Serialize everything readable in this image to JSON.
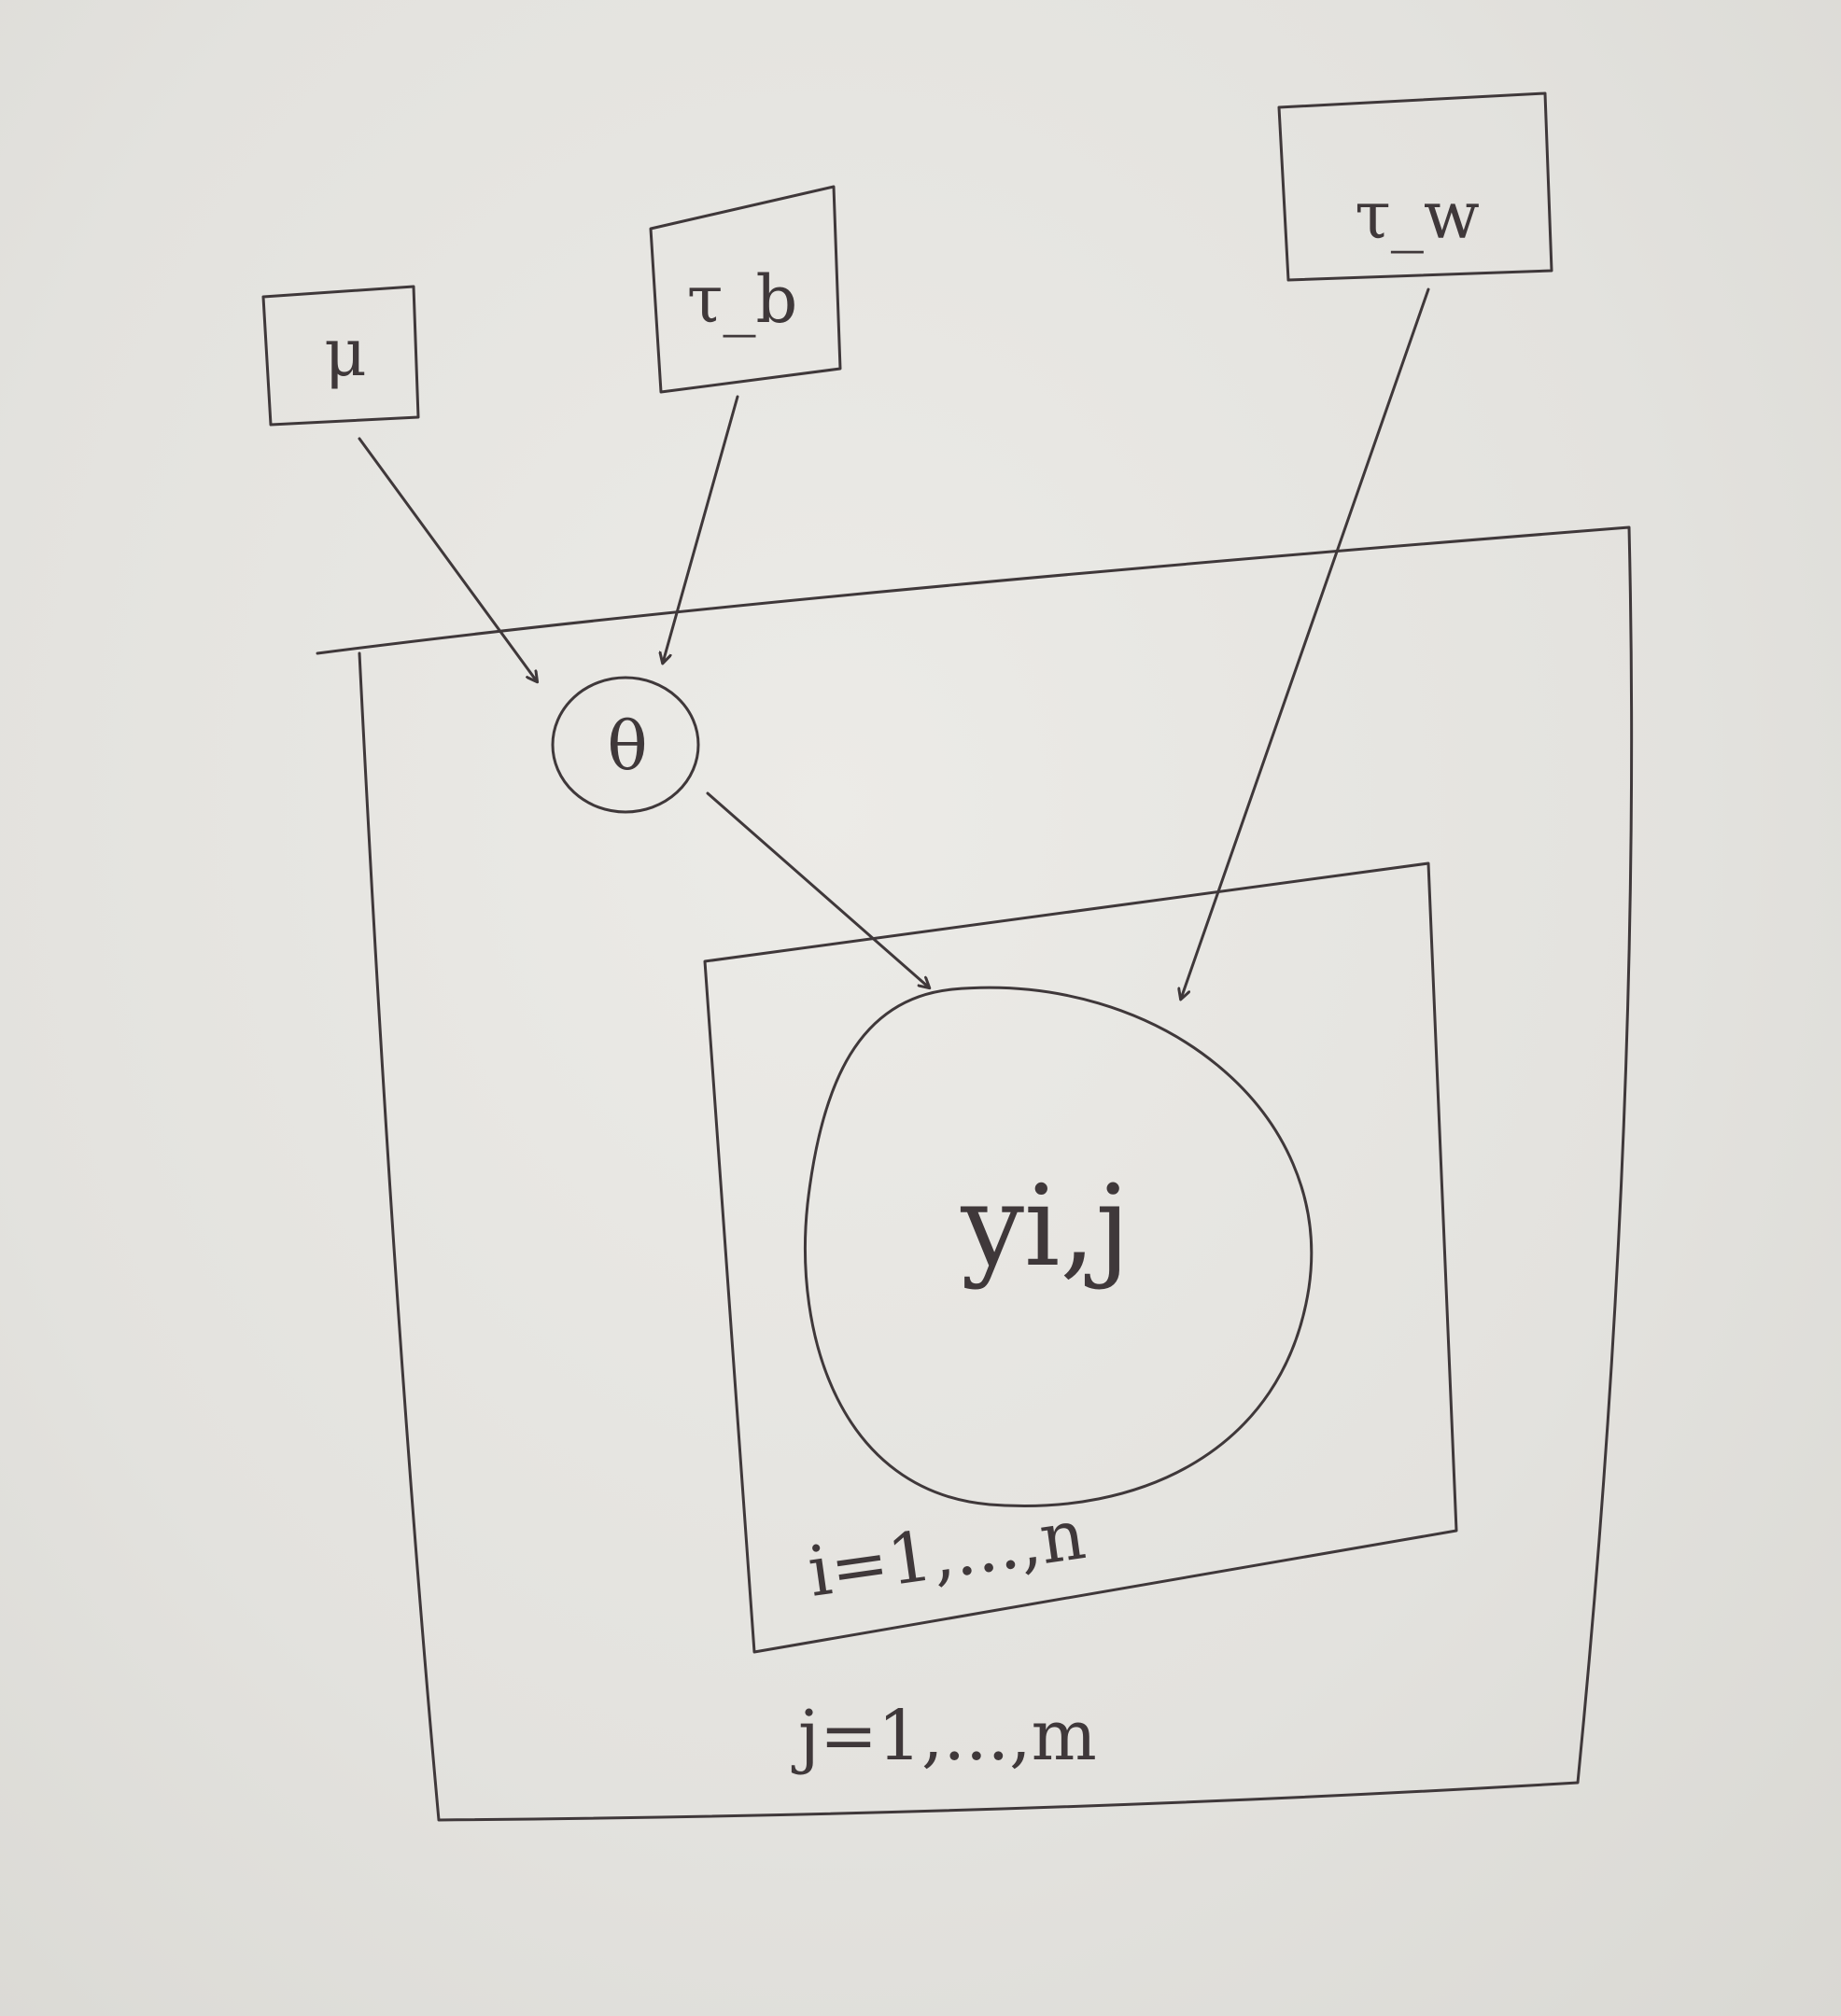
{
  "diagram": {
    "nodes": {
      "mu": {
        "label": "μ",
        "shape": "square",
        "kind": "hyperparameter"
      },
      "tau_b": {
        "label": "τ_b",
        "shape": "square",
        "kind": "hyperparameter"
      },
      "tau_w": {
        "label": "τ_w",
        "shape": "square",
        "kind": "hyperparameter"
      },
      "theta": {
        "label": "θ",
        "shape": "circle",
        "kind": "latent"
      },
      "y": {
        "label": "yi,j",
        "shape": "circle",
        "kind": "observed"
      }
    },
    "plates": {
      "outer": {
        "label": "j=1,...,m"
      },
      "inner": {
        "label": "i=1,...,n"
      }
    },
    "edges": [
      {
        "from": "mu",
        "to": "theta"
      },
      {
        "from": "tau_b",
        "to": "theta"
      },
      {
        "from": "theta",
        "to": "y"
      },
      {
        "from": "tau_w",
        "to": "y"
      }
    ],
    "style": {
      "ink": "#3f383a",
      "paper": "#e2e1dd"
    }
  }
}
